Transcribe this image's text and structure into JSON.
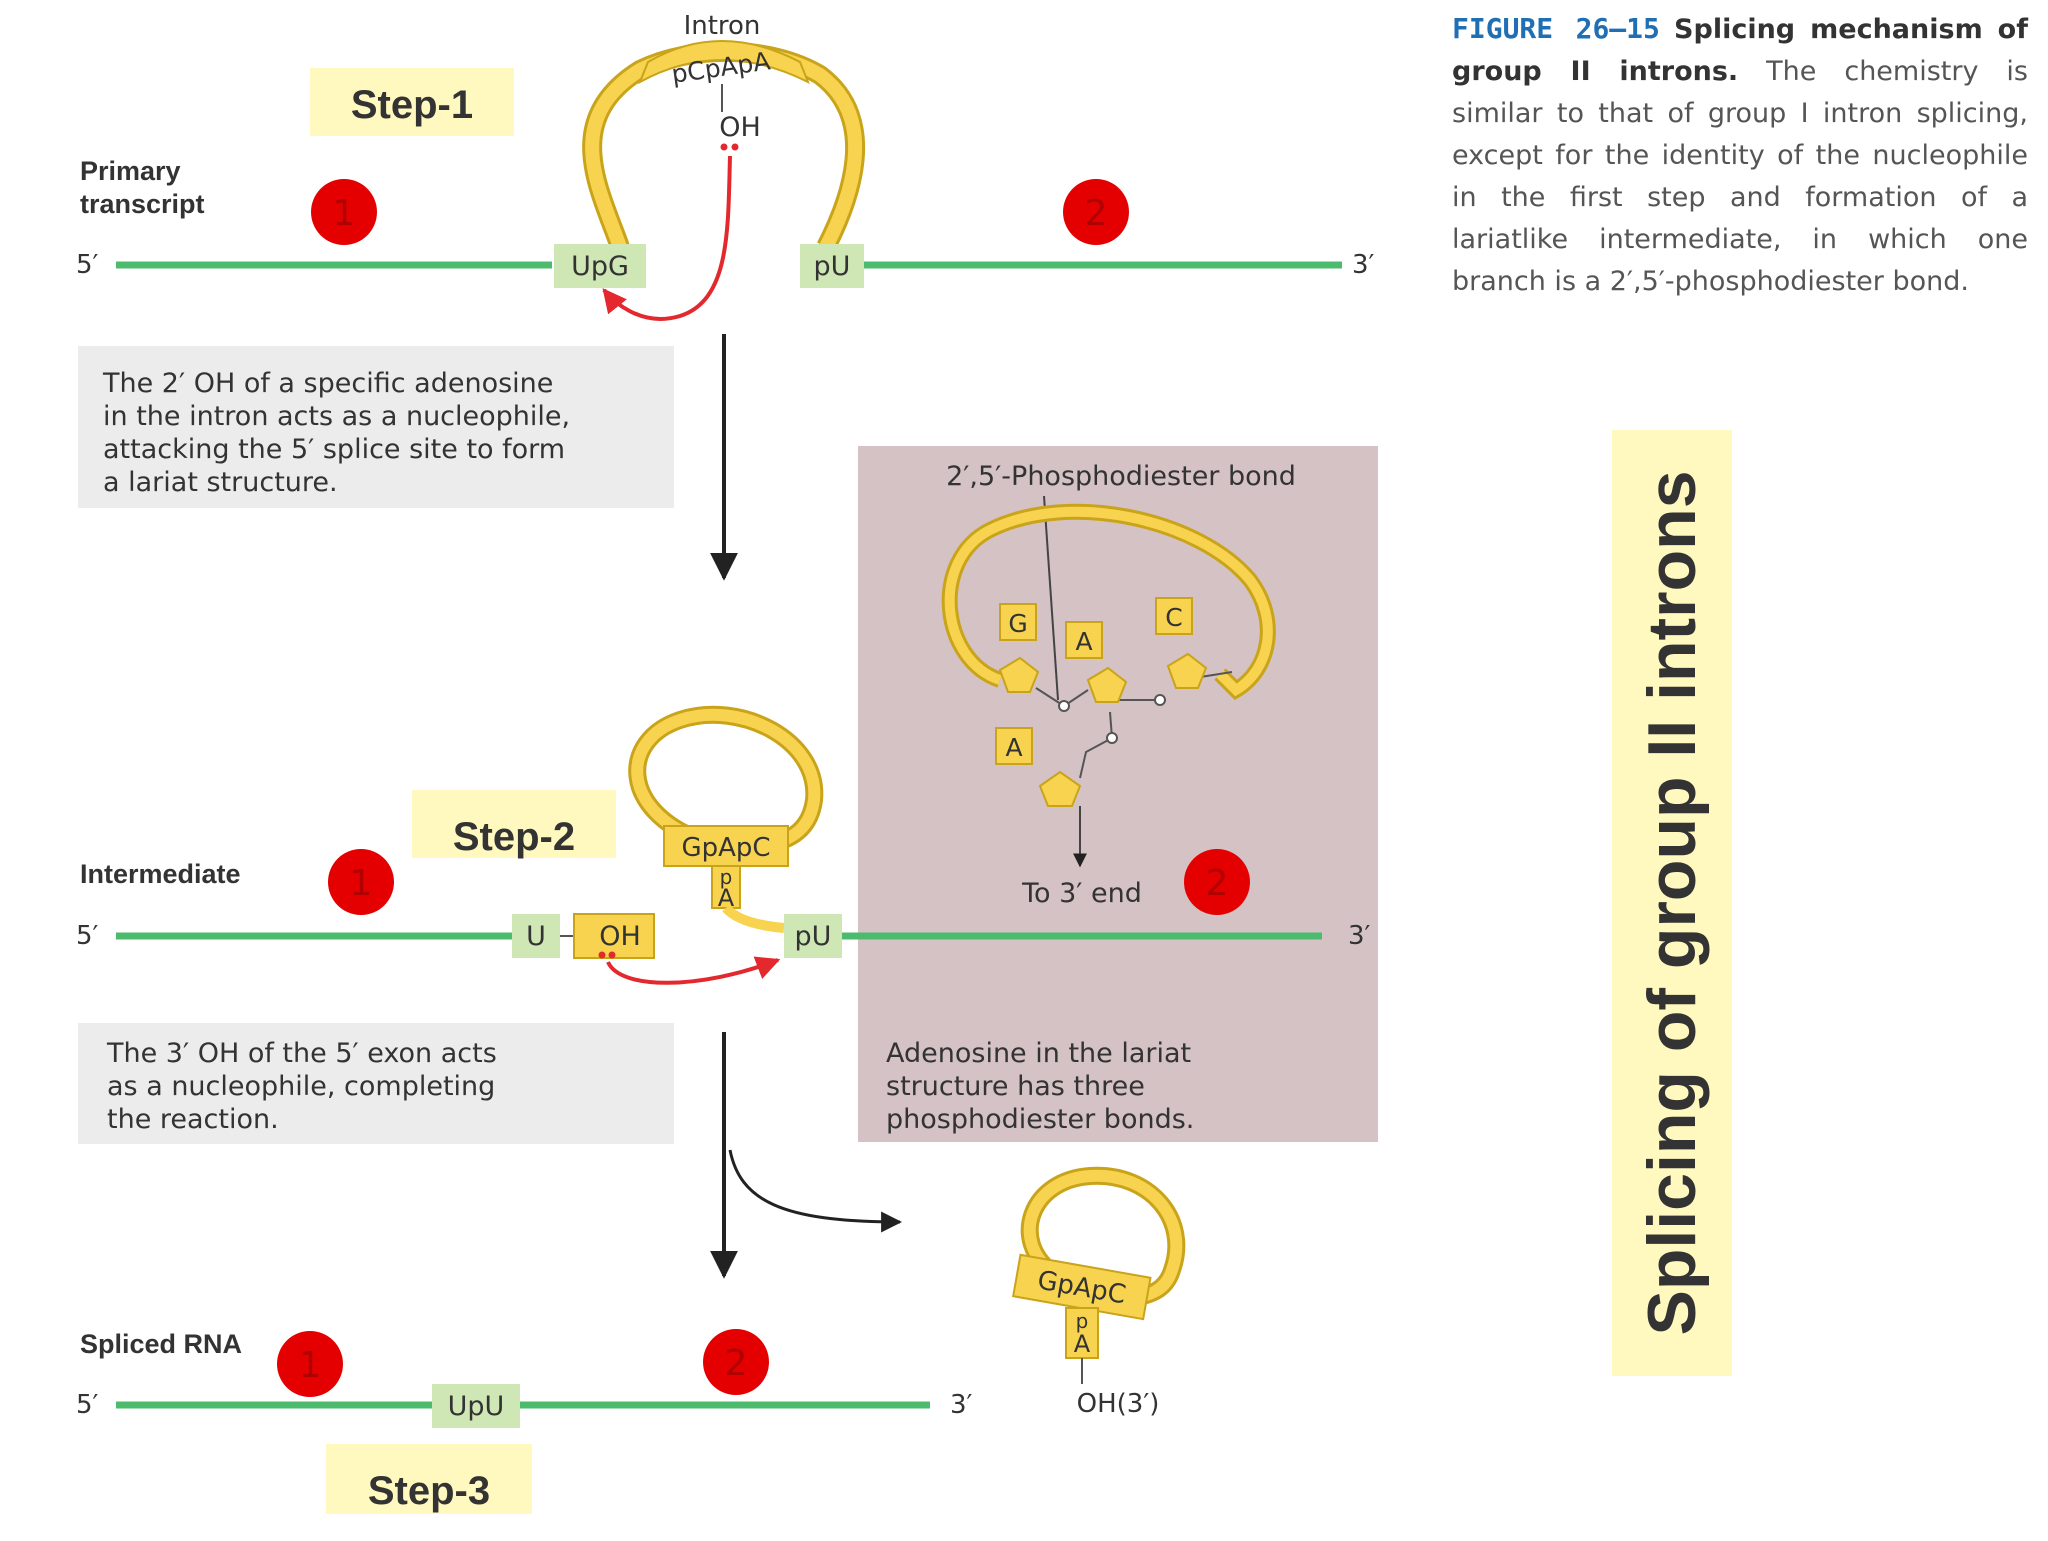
{
  "caption": {
    "figure_label": "FIGURE 26–15",
    "title": "Splicing mechanism of group II introns.",
    "body": "The chemistry is similar to that of group I intron splicing, except for the identity of the nucleophile in the first step and formation of a lariatlike intermediate, in which one branch is a 2′,5′-phosphodiester bond."
  },
  "vertical_title": "Splicing of group II introns",
  "steps": {
    "step1": "Step-1",
    "step2": "Step-2",
    "step3": "Step-3"
  },
  "rows": {
    "primary": {
      "label_line1": "Primary",
      "label_line2": "transcript"
    },
    "intermediate": {
      "label": "Intermediate"
    },
    "spliced": {
      "label": "Spliced RNA"
    }
  },
  "ends": {
    "five_prime": "5′",
    "three_prime": "3′"
  },
  "exon_markers": {
    "one": "1",
    "two": "2"
  },
  "intron": {
    "label": "Intron",
    "loop_seq": "pCpApA",
    "oh": "OH"
  },
  "boxes": {
    "upg": "UpG",
    "pu": "pU",
    "u": "U",
    "oh": "OH",
    "upu": "UpU",
    "gpapc": "GpApC",
    "p": "p",
    "a": "A"
  },
  "descriptions": {
    "step1_lines": [
      "The 2′ OH of a specific adenosine",
      "in the intron acts as a nucleophile,",
      "attacking the 5′ splice site to form",
      "a lariat structure."
    ],
    "step2_lines": [
      "The 3′ OH of  the 5′ exon acts",
      "as a nucleophile, completing",
      "the reaction."
    ]
  },
  "inset": {
    "bond_label": "2′,5′-Phosphodiester bond",
    "bases": {
      "g": "G",
      "a1": "A",
      "c": "C",
      "a2": "A"
    },
    "to_end": "To 3′ end",
    "note_lines": [
      "Adenosine in the lariat",
      "structure has three",
      "phosphodiester bonds."
    ]
  },
  "released": {
    "seq": "GpApC",
    "p": "p",
    "a": "A",
    "oh3": "OH(3′)"
  },
  "colors": {
    "exon_line": "#4dbb6e",
    "green_box": "#cfe7b4",
    "intron_yellow": "#f7d34f",
    "intron_outline": "#c9a41a",
    "step_bg": "#fff8bf",
    "marker_red": "#e40000",
    "arrow_red": "#e3292e",
    "desc_bg": "#ececec",
    "inset_bg": "#d4c2c4",
    "caption_blue": "#1f6fb5"
  }
}
